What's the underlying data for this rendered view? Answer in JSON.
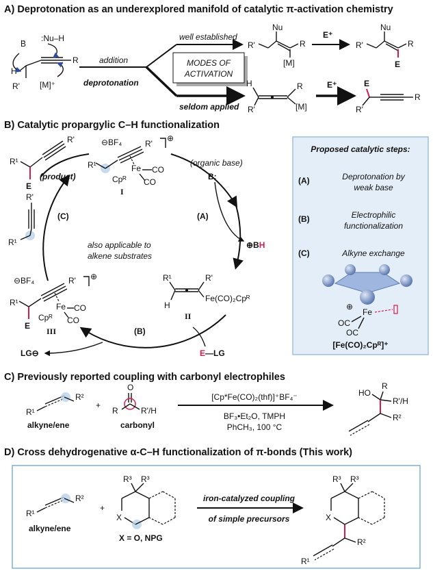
{
  "panel_a": {
    "title": "A) Deprotonation as an underexplored manifold of catalytic π-activation chemistry",
    "base_B": "B",
    "nucleophile": ":Nu–H",
    "metal_plus": "[M]⁺",
    "R": "R",
    "R_prime": "R'",
    "H": "H",
    "label_addition": "addition",
    "label_deprotonation": "deprotonation",
    "label_well_established": "well established",
    "label_seldom_applied": "seldom applied",
    "modes_line1": "MODES OF",
    "modes_line2": "ACTIVATION",
    "Nu": "Nu",
    "M": "[M]",
    "E_plus": "E⁺",
    "E": "E"
  },
  "panel_b": {
    "title": "B) Catalytic propargylic C–H functionalization",
    "BF4": "⊖BF₄",
    "plus": "⊕",
    "Fe": "Fe",
    "CO": "CO",
    "CpR": "Cpᴿ",
    "I": "I",
    "II": "II",
    "III": "III",
    "R1": "R¹",
    "R_prime": "R'",
    "E": "E",
    "H": "H",
    "product": "(product)",
    "organic_base": "(organic base)",
    "B_colon": "B:",
    "BH": "⊕BH",
    "step_A": "(A)",
    "step_B": "(B)",
    "step_C": "(C)",
    "center_line1": "also applicable to",
    "center_line2": "alkene substrates",
    "fe_allenyl": "Fe(CO)₂Cpᴿ",
    "LG": "LG⊖",
    "E_LG": "E—LG",
    "box": {
      "title": "Proposed catalytic steps:",
      "steps": [
        {
          "label": "(A)",
          "line1": "Deprotonation by",
          "line2": "weak base"
        },
        {
          "label": "(B)",
          "line1": "Electrophilic",
          "line2": "functionalization"
        },
        {
          "label": "(C)",
          "line1": "Alkyne exchange",
          "line2": ""
        }
      ],
      "complex_label": "[Fe(CO)₂Cpᴿ]⁺",
      "Fe": "Fe",
      "plus": "⊕",
      "OC1": "OC",
      "OC2": "OC"
    }
  },
  "panel_c": {
    "title": "C) Previously reported coupling with carbonyl electrophiles",
    "R1": "R¹",
    "R2": "R²",
    "R": "R",
    "RH": "R'/H",
    "O": "O",
    "plus": "+",
    "label_alkyne": "alkyne/ene",
    "label_carbonyl": "carbonyl",
    "reagent_top": "[Cp*Fe(CO)₂(thf)]⁺BF₄⁻",
    "reagent_mid": "BF₃•Et₂O, TMPH",
    "reagent_bot": "PhCH₃, 100 °C",
    "HO": "HO"
  },
  "panel_d": {
    "title": "D) Cross dehydrogenative α-C–H functionalization of π-bonds (This work)",
    "R1": "R¹",
    "R2": "R²",
    "R3a": "R³",
    "R3b": "R³",
    "X": "X",
    "plus": "+",
    "label_alkyne": "alkyne/ene",
    "label_X": "X = O, NPG",
    "arrow_top": "iron-catalyzed coupling",
    "arrow_bot": "of simple precursors"
  },
  "colors": {
    "blue": "#2e4d9b",
    "light_blue": "#4a90c8",
    "red": "#d41c4a",
    "box_fill": "#e4eef8",
    "box_stroke": "#9fbfdc",
    "sphere": "#8fa7cf"
  }
}
